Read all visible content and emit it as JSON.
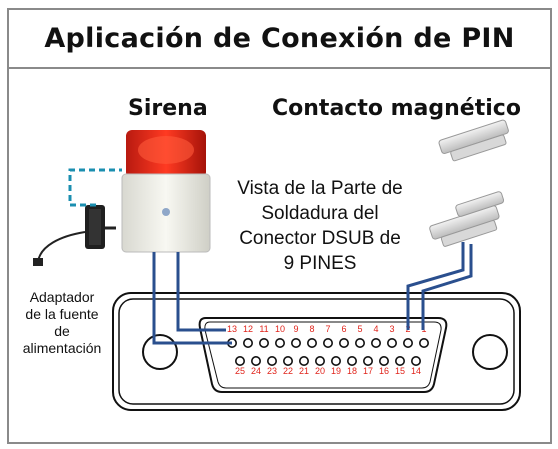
{
  "title": "Aplicación de Conexión de PIN",
  "siren_label": "Sirena",
  "magnetic_label": "Contacto magnético",
  "solder_view_lines": [
    "Vista de la Parte de",
    "Soldadura del",
    "Conector DSUB de",
    "9 PINES"
  ],
  "adapter_lines": [
    "Adaptador",
    "de la fuente",
    "de",
    "alimentación"
  ],
  "pin_row_top": [
    "13",
    "12",
    "11",
    "10",
    "9",
    "8",
    "7",
    "6",
    "5",
    "4",
    "3",
    "2",
    "1"
  ],
  "pin_row_bottom": [
    "25",
    "24",
    "23",
    "22",
    "21",
    "20",
    "19",
    "18",
    "17",
    "16",
    "15",
    "14"
  ],
  "colors": {
    "wire": "#2a4f8e",
    "dashed_wire": "#1b8fb0",
    "pin_number": "#e0241b",
    "siren_light": "#e02a1c",
    "border": "#8a8a8a"
  },
  "icons": [
    "siren-icon",
    "power-adapter-icon",
    "magnetic-contact-icon",
    "dsub-connector-icon"
  ]
}
